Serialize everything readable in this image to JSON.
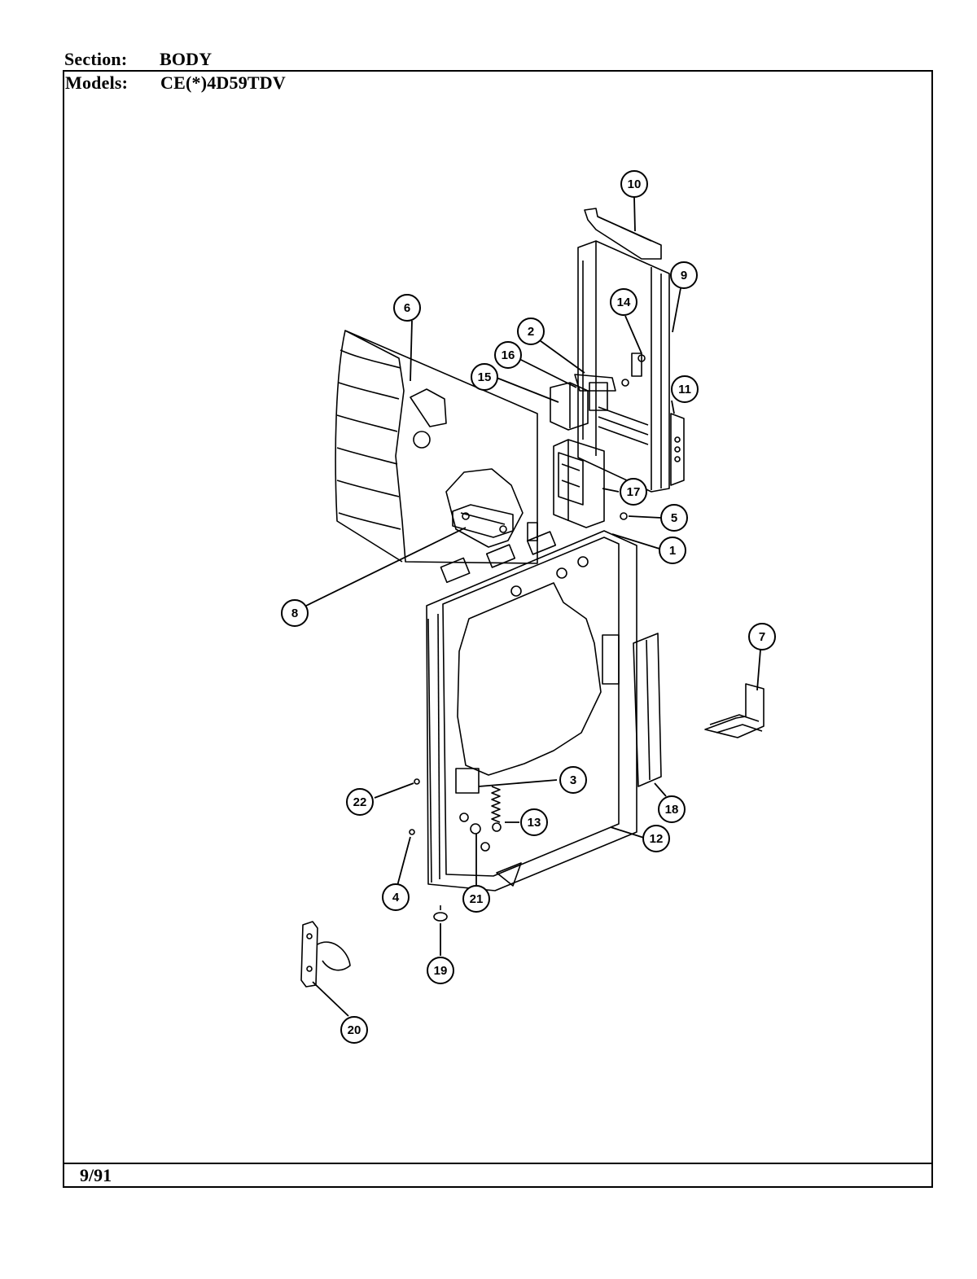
{
  "header": {
    "section_label": "Section:",
    "section_value": "BODY",
    "models_label": "Models:",
    "models_value": "CE(*)4D59TDV"
  },
  "footer": {
    "date": "9/91"
  },
  "callouts": [
    {
      "id": "c1",
      "label": "1"
    },
    {
      "id": "c2",
      "label": "2"
    },
    {
      "id": "c3",
      "label": "3"
    },
    {
      "id": "c4",
      "label": "4"
    },
    {
      "id": "c5",
      "label": "5"
    },
    {
      "id": "c6",
      "label": "6"
    },
    {
      "id": "c7",
      "label": "7"
    },
    {
      "id": "c8",
      "label": "8"
    },
    {
      "id": "c9",
      "label": "9"
    },
    {
      "id": "c10",
      "label": "10"
    },
    {
      "id": "c11",
      "label": "11"
    },
    {
      "id": "c12",
      "label": "12"
    },
    {
      "id": "c13",
      "label": "13"
    },
    {
      "id": "c14",
      "label": "14"
    },
    {
      "id": "c15",
      "label": "15"
    },
    {
      "id": "c16",
      "label": "16"
    },
    {
      "id": "c17",
      "label": "17"
    },
    {
      "id": "c18",
      "label": "18"
    },
    {
      "id": "c19",
      "label": "19"
    },
    {
      "id": "c20",
      "label": "20"
    },
    {
      "id": "c21",
      "label": "21"
    },
    {
      "id": "c22",
      "label": "22"
    }
  ]
}
